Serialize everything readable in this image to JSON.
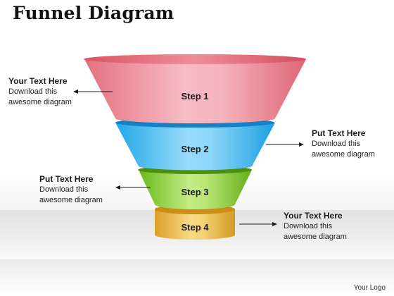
{
  "title": "Funnel Diagram",
  "steps": [
    {
      "label": "Step 1",
      "color": "#e9838f"
    },
    {
      "label": "Step 2",
      "color": "#3cb7ef"
    },
    {
      "label": "Step 3",
      "color": "#7ecb2a"
    },
    {
      "label": "Step 4",
      "color": "#e8b43a"
    }
  ],
  "callouts": [
    {
      "heading": "Your Text Here",
      "line1": "Download this",
      "line2": "awesome diagram"
    },
    {
      "heading": "Put Text Here",
      "line1": "Download this",
      "line2": "awesome diagram"
    },
    {
      "heading": "Put Text Here",
      "line1": "Download this",
      "line2": "awesome diagram"
    },
    {
      "heading": "Your Text Here",
      "line1": "Download this",
      "line2": "awesome diagram"
    }
  ],
  "logo_text": "Your Logo"
}
